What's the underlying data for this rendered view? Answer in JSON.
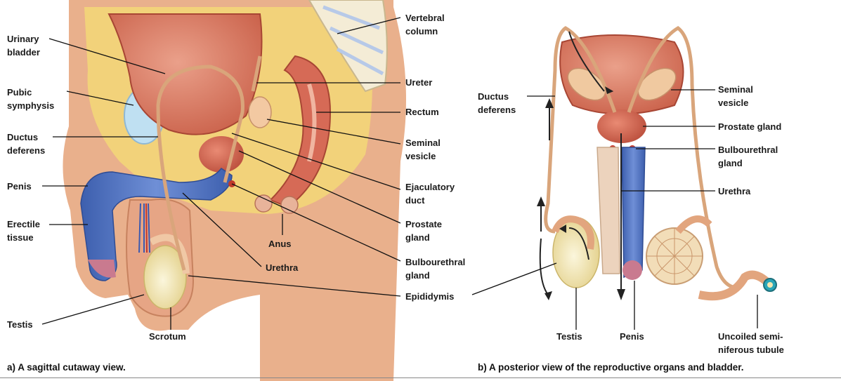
{
  "panel_a": {
    "caption": "a) A sagittal cutaway view.",
    "labels": {
      "urinary_bladder": "Urinary\nbladder",
      "pubic_symphysis": "Pubic\nsymphysis",
      "ductus_deferens": "Ductus\ndeferens",
      "penis": "Penis",
      "erectile_tissue": "Erectile\ntissue",
      "testis": "Testis",
      "scrotum": "Scrotum",
      "anus": "Anus",
      "urethra": "Urethra",
      "vertebral_column": "Vertebral\ncolumn",
      "ureter": "Ureter",
      "rectum": "Rectum",
      "seminal_vesicle": "Seminal\nvesicle",
      "ejaculatory_duct": "Ejaculatory\nduct",
      "prostate_gland": "Prostate\ngland",
      "bulbourethral_gland": "Bulbourethral\ngland",
      "epididymis": "Epididymis"
    }
  },
  "panel_b": {
    "caption": "b) A posterior view of the reproductive organs and bladder.",
    "labels": {
      "ductus_deferens": "Ductus\ndeferens",
      "seminal_vesicle": "Seminal\nvesicle",
      "prostate_gland": "Prostate gland",
      "bulbourethral_gland": "Bulbourethral\ngland",
      "urethra": "Urethra",
      "testis": "Testis",
      "penis": "Penis",
      "uncoiled_tubule": "Uncoiled semi-\nniferous tubule"
    }
  },
  "colors": {
    "skin": "#e9b08c",
    "fat": "#f2d27a",
    "bladder": "#d97a5f",
    "erectile": "#5577c2",
    "duct": "#d9a57b",
    "testis": "#f3e7b0",
    "bone": "#f4ecd6"
  }
}
